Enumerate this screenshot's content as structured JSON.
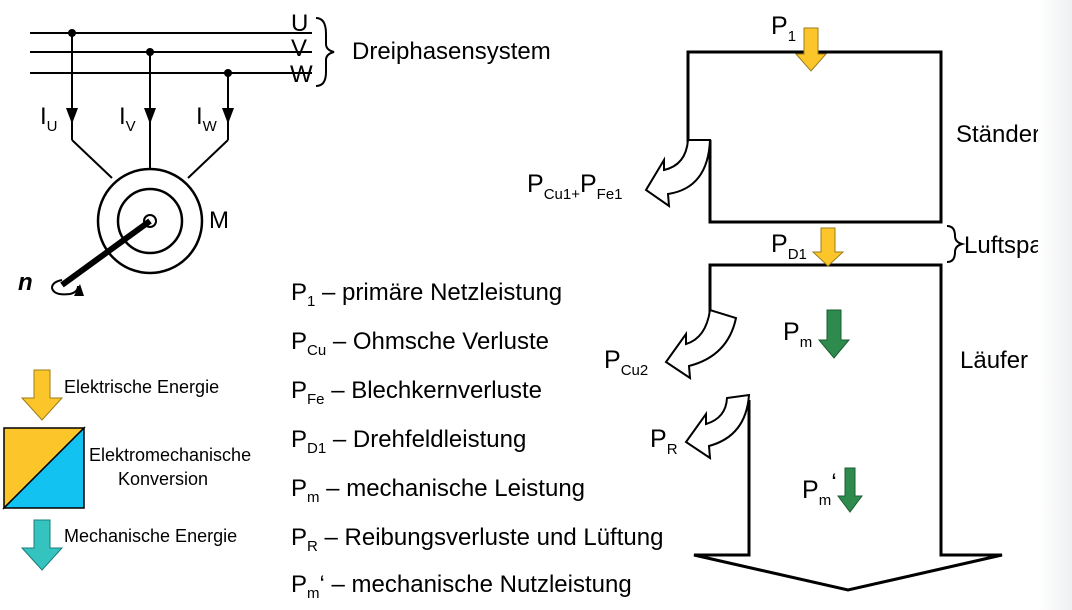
{
  "phases": [
    "U",
    "V",
    "W"
  ],
  "phase_system_label": "Dreiphasensystem",
  "currents": [
    {
      "main": "I",
      "sub": "U"
    },
    {
      "main": "I",
      "sub": "V"
    },
    {
      "main": "I",
      "sub": "W"
    }
  ],
  "motor_label": "M",
  "speed_symbol": "n",
  "legend": {
    "electric": "Elektrische Energie",
    "conversion_line1": "Elektromechanische",
    "conversion_line2": "Konversion",
    "mechanical": "Mechanische Energie"
  },
  "definitions": [
    {
      "main": "P",
      "sub": "1",
      "text": " – primäre Netzleistung"
    },
    {
      "main": "P",
      "sub": "Cu",
      "text": " – Ohmsche Verluste"
    },
    {
      "main": "P",
      "sub": "Fe",
      "text": " – Blechkernverluste"
    },
    {
      "main": "P",
      "sub": "D1",
      "text": " – Drehfeldleistung"
    },
    {
      "main": "P",
      "sub": "m",
      "text": " – mechanische Leistung"
    },
    {
      "main": "P",
      "sub": "R",
      "text": " – Reibungsverluste und Lüftung"
    },
    {
      "main": "P",
      "sub": "m",
      "text": "‘ – mechanische Nutzleistung"
    }
  ],
  "flow": {
    "p1": {
      "main": "P",
      "sub": "1"
    },
    "loss1": {
      "main1": "P",
      "sub1": "Cu1+",
      "main2": "P",
      "sub2": "Fe1"
    },
    "pd1": {
      "main": "P",
      "sub": "D1"
    },
    "loss2": {
      "main": "P",
      "sub": "Cu2"
    },
    "pr": {
      "main": "P",
      "sub": "R"
    },
    "pm": {
      "main": "P",
      "sub": "m"
    },
    "pm2": {
      "main": "P",
      "sub": "m",
      "suffix": "‘"
    },
    "stator": "Ständer",
    "airgap": "Luftspalt",
    "rotor": "Läufer"
  },
  "colors": {
    "electric": "#fcc62a",
    "mechanical_flow": "#2e8b4d",
    "mechanical_legend": "#35c3c0",
    "conversion_blue": "#12c3f2"
  }
}
